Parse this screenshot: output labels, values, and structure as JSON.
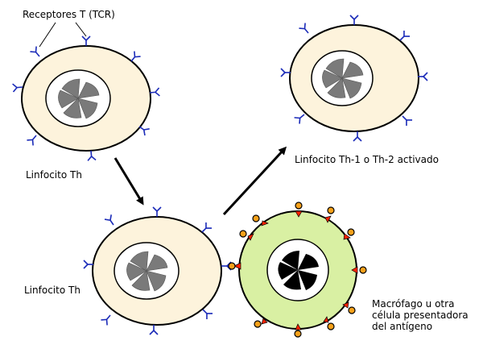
{
  "labels": {
    "tcr": "Receptores T (TCR)",
    "th_top": "Linfocito Th",
    "th_bottom": "Linfocito Th",
    "activated": "Linfocito Th-1 o Th-2 activado",
    "apc_line1": "Macrófago u otra",
    "apc_line2": "célula presentadora",
    "apc_line3": "del antígeno"
  },
  "colors": {
    "lymphocyte_fill": "#fdf3dc",
    "nucleus_fill": "#ffffff",
    "chromatin_gray": "#7a7a7a",
    "receptor_blue": "#1a2ab8",
    "apc_fill": "#d9f0a3",
    "apc_chromatin": "#000000",
    "mhc_red": "#ff2200",
    "antigen_orange": "#f7a11a"
  }
}
